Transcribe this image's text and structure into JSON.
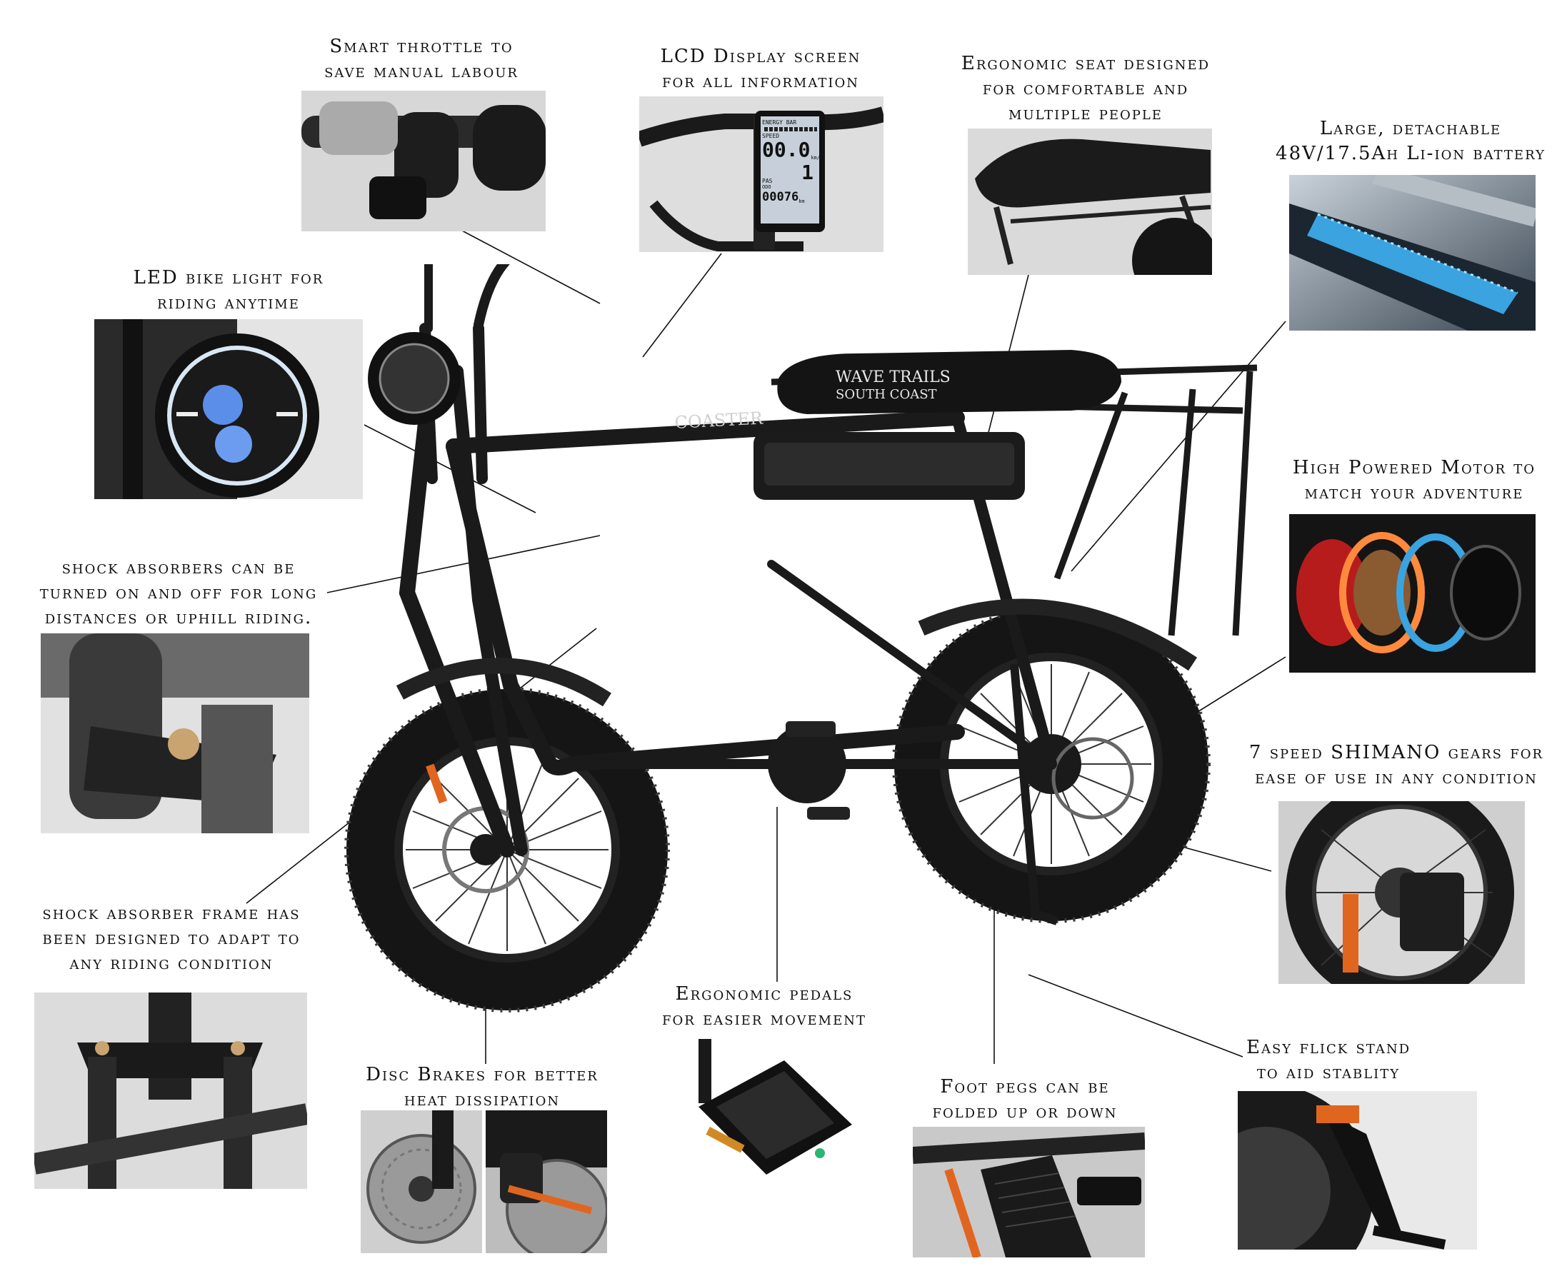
{
  "product": {
    "frame_text": "COASTER",
    "seat_text_line1": "WAVE TRAILS",
    "seat_text_line2": "SOUTH COAST"
  },
  "lcd": {
    "bar_label": "ENERGY  BAR",
    "speed_label": "SPEED",
    "speed": "00.0",
    "unit": "km/h",
    "pas_label": "PAS",
    "pas": "1",
    "odo_label": "ODO",
    "odo": "00076",
    "odo_unit": "km"
  },
  "features": {
    "throttle": {
      "line1": "Smart throttle to",
      "line2": "save manual labour"
    },
    "lcd_display": {
      "line1": "LCD Display screen",
      "line2": "for all information"
    },
    "seat": {
      "line1": "Ergonomic seat designed",
      "line2": "for comfortable and",
      "line3": "multiple people"
    },
    "battery": {
      "line1": "Large, detachable",
      "line2": "48V/17.5Ah Li-ion battery"
    },
    "led_light": {
      "line1": "LED bike light for",
      "line2": "riding anytime"
    },
    "shock_toggle": {
      "line1": "shock absorbers can be",
      "line2": "turned on and off for long",
      "line3": "distances or uphill riding."
    },
    "motor": {
      "line1": "High Powered Motor to",
      "line2": "match your adventure"
    },
    "gears": {
      "line1": "7 speed SHIMANO gears for",
      "line2": "ease of use in any condition"
    },
    "shock_frame": {
      "line1": "shock absorber frame has",
      "line2": "been designed to adapt to",
      "line3": "any riding condition"
    },
    "pedals": {
      "line1": "Ergonomic pedals",
      "line2": "for easier movement"
    },
    "disc_brakes": {
      "line1": "Disc Brakes for better",
      "line2": "heat dissipation"
    },
    "foot_pegs": {
      "line1": "Foot pegs can be",
      "line2": "folded up or down"
    },
    "stand": {
      "line1": "Easy flick stand",
      "line2": "to aid stablity"
    }
  },
  "colors": {
    "frame": "#1a1a1a",
    "tire": "#151515",
    "accent_orange": "#e0661f",
    "battery_blue": "#3aa3e0",
    "background": "#ffffff"
  }
}
